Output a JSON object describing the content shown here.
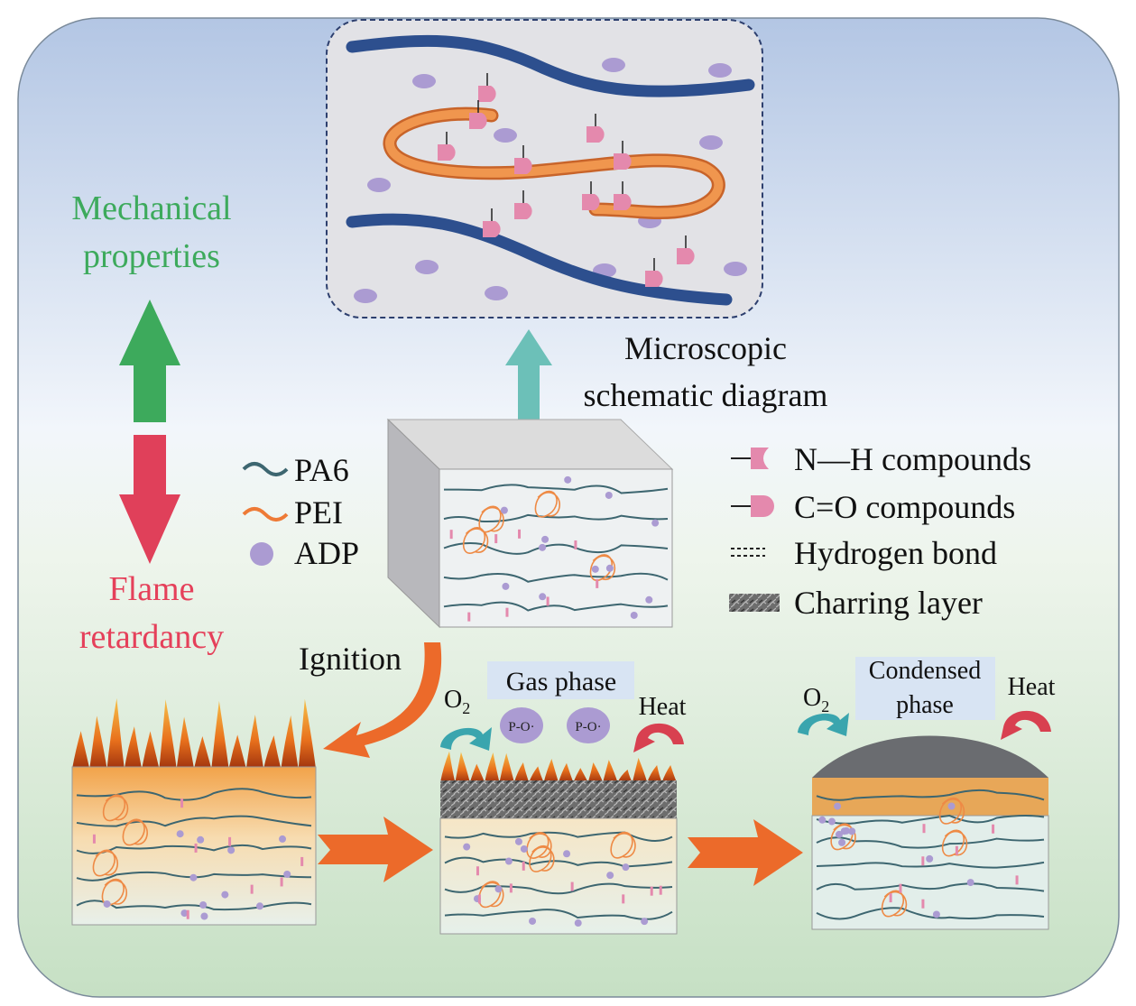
{
  "labels": {
    "mechanical_line1": "Mechanical",
    "mechanical_line2": "properties",
    "flame_line1": "Flame",
    "flame_line2": "retardancy",
    "microscopic_line1": "Microscopic",
    "microscopic_line2": "schematic diagram",
    "ignition": "Ignition",
    "gas_phase": "Gas phase",
    "condensed_line1": "Condensed",
    "condensed_line2": "phase",
    "o2_main": "O",
    "o2_sub": "2",
    "heat": "Heat",
    "po_radical": "P-O·"
  },
  "legend_left": [
    {
      "label": "PA6",
      "icon": "pa6-chain-icon",
      "color": "#3d6670"
    },
    {
      "label": "PEI",
      "icon": "pei-chain-icon",
      "color": "#ee7a36"
    },
    {
      "label": "ADP",
      "icon": "adp-particle-icon",
      "color": "#a99ad0"
    }
  ],
  "legend_right": [
    {
      "label": "N—H compounds",
      "icon": "nh-compound-icon"
    },
    {
      "label": "C=O compounds",
      "icon": "co-compound-icon"
    },
    {
      "label": "Hydrogen bond",
      "icon": "hydrogen-bond-icon"
    },
    {
      "label": "Charring layer",
      "icon": "charring-layer-icon"
    }
  ],
  "colors": {
    "mechanical": "#3daa5c",
    "flame": "#e5405a",
    "pa6_blue": "#2f4f8f",
    "pei_orange": "#ee8a45",
    "moiety_pink": "#e489ad",
    "adp_purple": "#ab9bd2",
    "teal_arrow": "#6cc0b8",
    "flow_arrow": "#ec6a2a"
  }
}
